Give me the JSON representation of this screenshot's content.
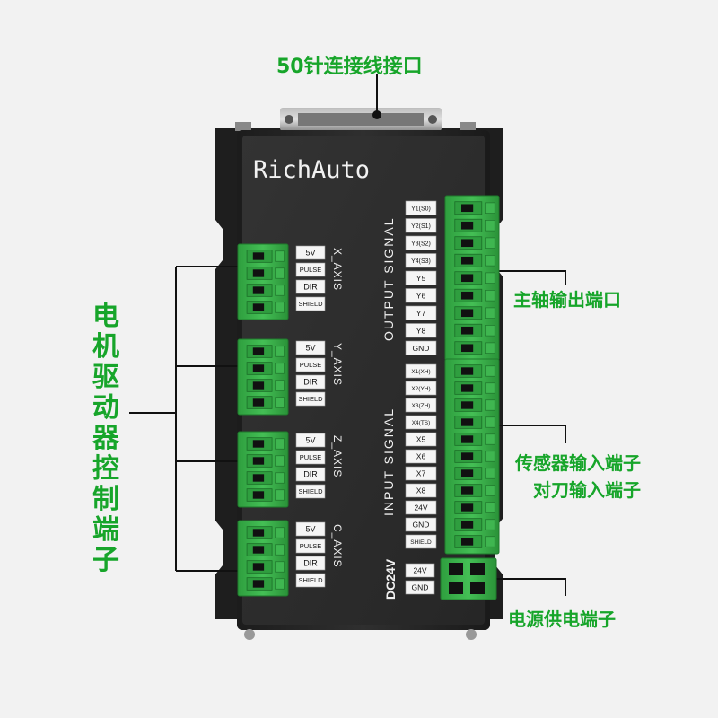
{
  "brand": "RichAuto",
  "annotations": {
    "connector": "50针连接线接口",
    "spindle_output": "主轴输出端口",
    "sensor_input_line1": "传感器输入端子",
    "sensor_input_line2": "对刀输入端子",
    "power_supply": "电源供电端子",
    "motor_driver": "电机驱动器控制端子"
  },
  "axes": [
    {
      "name": "X_AXIS",
      "pins": [
        "5V",
        "PULSE",
        "DIR",
        "SHIELD"
      ]
    },
    {
      "name": "Y_AXIS",
      "pins": [
        "5V",
        "PULSE",
        "DIR",
        "SHIELD"
      ]
    },
    {
      "name": "Z_AXIS",
      "pins": [
        "5V",
        "PULSE",
        "DIR",
        "SHIELD"
      ]
    },
    {
      "name": "C_AXIS",
      "pins": [
        "5V",
        "PULSE",
        "DIR",
        "SHIELD"
      ]
    }
  ],
  "output_signal": {
    "title": "OUTPUT SIGNAL",
    "pins": [
      "Y1(S0)",
      "Y2(S1)",
      "Y3(S2)",
      "Y4(S3)",
      "Y5",
      "Y6",
      "Y7",
      "Y8",
      "GND"
    ]
  },
  "input_signal": {
    "title": "INPUT SIGNAL",
    "pins": [
      "X1(XH)",
      "X2(YH)",
      "X3(ZH)",
      "X4(TS)",
      "X5",
      "X6",
      "X7",
      "X8",
      "24V",
      "GND",
      "SHIELD"
    ]
  },
  "power": {
    "title": "DC24V",
    "pins": [
      "24V",
      "GND"
    ]
  },
  "colors": {
    "annotation_green": "#17a52a",
    "terminal_green": "#39b54a",
    "panel_dark": "#2a2a2a",
    "label_box": "#f5f5f5"
  }
}
